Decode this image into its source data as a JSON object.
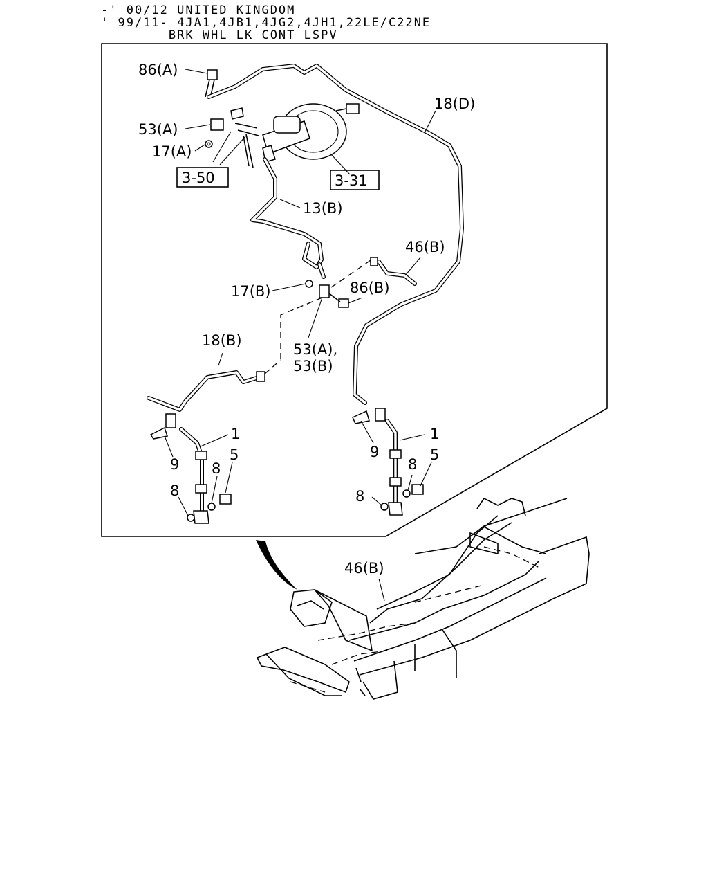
{
  "header": {
    "line1": "-' 00/12 UNITED KINGDOM",
    "line2": "' 99/11- 4JA1,4JB1,4JG2,4JH1,22LE/C22NE",
    "line3": "        BRK WHL LK CONT LSPV"
  },
  "refs": {
    "ref_3_50": "3-50",
    "ref_3_31": "3-31"
  },
  "labels": {
    "p86a": "86(A)",
    "p53a": "53(A)",
    "p17a": "17(A)",
    "p18d": "18(D)",
    "p13b": "13(B)",
    "p46b": "46(B)",
    "p17b": "17(B)",
    "p86b": "86(B)",
    "p18b": "18(B)",
    "p53a_b1": "53(A),",
    "p53a_b2": "53(B)",
    "l1": "1",
    "l9": "9",
    "l8a": "8",
    "l5": "5",
    "l8b": "8",
    "r1": "1",
    "r9": "9",
    "r8a": "8",
    "r5": "5",
    "r8b": "8",
    "frame46b": "46(B)"
  }
}
